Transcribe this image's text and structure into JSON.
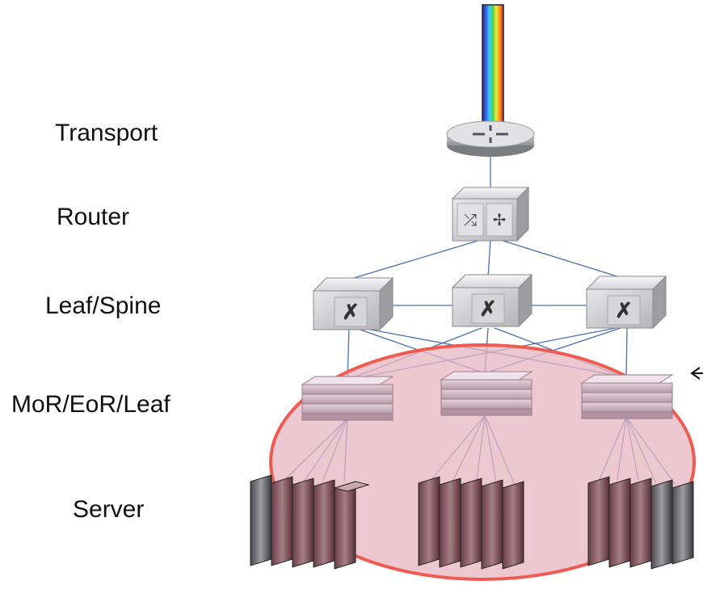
{
  "diagram": {
    "layers": [
      {
        "id": "transport",
        "label": "Transport"
      },
      {
        "id": "router",
        "label": "Router"
      },
      {
        "id": "leaf-spine",
        "label": "Leaf/Spine"
      },
      {
        "id": "mor-eor-leaf",
        "label": "MoR/EoR/Leaf"
      },
      {
        "id": "server",
        "label": "Server"
      }
    ],
    "icons": {
      "transport": "transport-router-icon",
      "router": "router-switch-icon",
      "spine": "spine-switch-icon",
      "tor": "leaf-switch-icon",
      "server": "server-rack-icon"
    },
    "colors": {
      "link": "#4a6fb0",
      "highlight_fill": "#e8b6c1",
      "highlight_stroke": "#f05a50",
      "server_accent": "#9a7078",
      "device_face": "#c9c9cc"
    }
  }
}
